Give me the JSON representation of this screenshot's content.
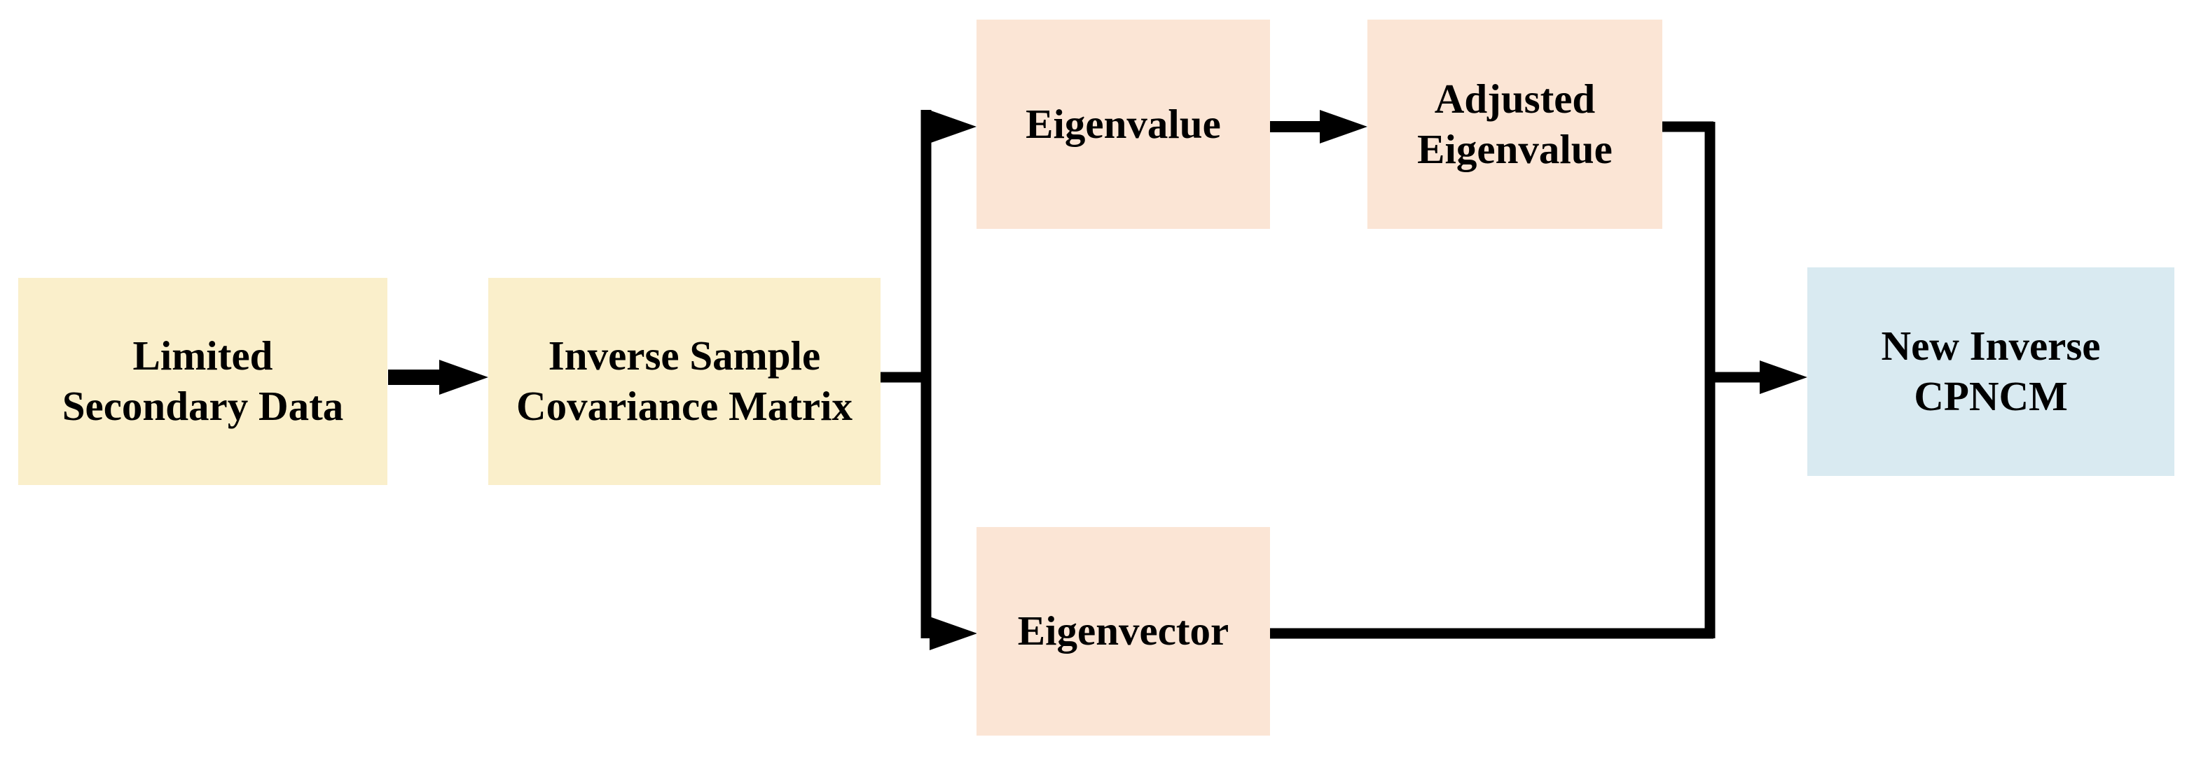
{
  "diagram": {
    "type": "flowchart",
    "background_color": "#FFFFFF",
    "connector_color": "#000000",
    "node_fill_colors": {
      "cream_yellow": "#FAEFCB",
      "light_peach": "#FBE5D5",
      "light_blue": "#D9EAF1"
    },
    "nodes": [
      {
        "id": "limited-secondary-data",
        "lines": [
          "Limited",
          "Secondary Data"
        ],
        "fill": "#FAEFCB"
      },
      {
        "id": "inverse-sample-covariance-matrix",
        "lines": [
          "Inverse Sample",
          "Covariance Matrix"
        ],
        "fill": "#FAEFCB"
      },
      {
        "id": "eigenvalue",
        "lines": [
          "Eigenvalue"
        ],
        "fill": "#FBE5D5"
      },
      {
        "id": "adjusted-eigenvalue",
        "lines": [
          "Adjusted",
          "Eigenvalue"
        ],
        "fill": "#FBE5D5"
      },
      {
        "id": "eigenvector",
        "lines": [
          "Eigenvector"
        ],
        "fill": "#FBE5D5"
      },
      {
        "id": "new-inverse-cpncm",
        "lines": [
          "New Inverse",
          "CPNCM"
        ],
        "fill": "#D9EAF1"
      }
    ],
    "connections": [
      {
        "from": "limited-secondary-data",
        "to": "inverse-sample-covariance-matrix",
        "style": "arrow"
      },
      {
        "from": "inverse-sample-covariance-matrix",
        "to": "eigenvalue",
        "style": "elbow-arrow"
      },
      {
        "from": "inverse-sample-covariance-matrix",
        "to": "eigenvector",
        "style": "elbow-arrow"
      },
      {
        "from": "eigenvalue",
        "to": "adjusted-eigenvalue",
        "style": "arrow"
      },
      {
        "from": "adjusted-eigenvalue",
        "to": "new-inverse-cpncm",
        "style": "elbow-arrow"
      },
      {
        "from": "eigenvector",
        "to": "new-inverse-cpncm",
        "style": "elbow-arrow"
      }
    ]
  }
}
